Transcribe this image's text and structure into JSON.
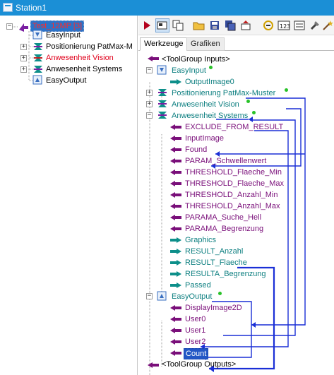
{
  "window": {
    "title": "Station1"
  },
  "left_tree": {
    "root": "Test_12MP [3]",
    "items": [
      "EasyInput",
      "Positionierung PatMax-M",
      "Anwesenheit Vision",
      "Anwesenheit Systems",
      "EasyOutput"
    ]
  },
  "toolbar": {
    "buttons": [
      "run-icon",
      "display-icon",
      "copy-icon",
      "open-folder-icon",
      "save-icon",
      "save-all-icon",
      "import-export-icon",
      "link-icon",
      "numeric-icon",
      "form-icon",
      "tools-icon",
      "wizard-icon"
    ]
  },
  "tabs": [
    "Werkzeuge",
    "Grafiken"
  ],
  "right_tree": {
    "toolgroup_inputs": "<ToolGroup Inputs>",
    "easyinput": "EasyInput",
    "outputimage0": "OutputImage0",
    "positionierung": "Positionierung PatMax-Muster",
    "anwesenheit_vision": "Anwesenheit Vision",
    "anwesenheit_systems": "Anwesenheit Systems",
    "systems_terminals": [
      "EXCLUDE_FROM_RESULT",
      "InputImage",
      "Found",
      "PARAM_Schwellenwert",
      "THRESHOLD_Flaeche_Min",
      "THRESHOLD_Flaeche_Max",
      "THRESHOLD_Anzahl_Min",
      "THRESHOLD_Anzahl_Max",
      "PARAMA_Suche_Hell",
      "PARAMA_Begrenzung"
    ],
    "systems_outputs": [
      "Graphics",
      "RESULT_Anzahl",
      "RESULT_Flaeche",
      "RESULTA_Begrenzung",
      "Passed"
    ],
    "easyoutput": "EasyOutput",
    "output_terminals": [
      "DisplayImage2D",
      "User0",
      "User1",
      "User2",
      "Count"
    ],
    "toolgroup_outputs": "<ToolGroup Outputs>"
  },
  "colors": {
    "titlebar": "#1b8fd6",
    "input_terminal": "#7a0f7a",
    "output_terminal": "#0d7f80",
    "link_line": "#1a2fd6",
    "selected": "#2256c5",
    "ok_dot": "#28c228"
  }
}
